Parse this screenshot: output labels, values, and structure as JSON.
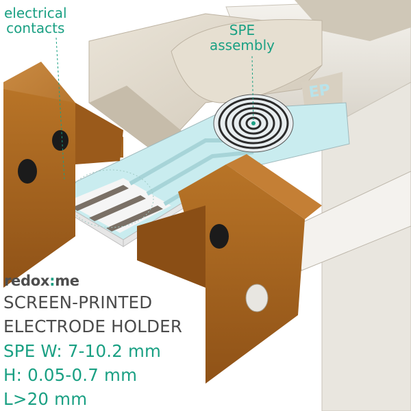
{
  "callouts": {
    "electrical_contacts": [
      "electrical",
      "contacts"
    ],
    "spe_assembly": [
      "SPE",
      "assembly"
    ]
  },
  "logo": {
    "pre": "redox",
    "dot": ":",
    "post": "me"
  },
  "title": [
    "SCREEN-PRINTED",
    "ELECTRODE HOLDER"
  ],
  "specs": [
    "SPE W: 7-10.2 mm",
    "H: 0.05-0.7 mm",
    "L>20 mm"
  ],
  "colors": {
    "accent": "#1aa083",
    "brand": "#4e4e4e",
    "copper": "#b8732a",
    "housing": "#ddd6c8",
    "electrode": "#c9ecef"
  },
  "icons": [
    "electrode-holder-illustration",
    "spiral-electrode-icon"
  ]
}
